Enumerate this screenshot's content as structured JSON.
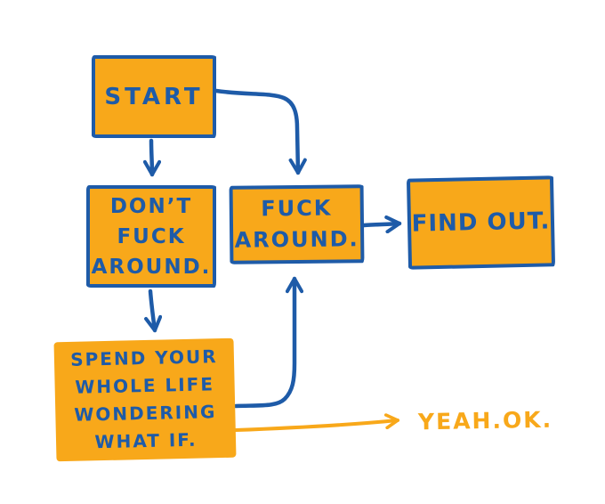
{
  "colors": {
    "orange": "#F8A81A",
    "blue": "#1E5BA8",
    "background": "#FFFFFF"
  },
  "diagram": {
    "type": "flowchart",
    "style": "hand-drawn",
    "nodes": {
      "start": {
        "label": "START",
        "shape": "box",
        "fill": "orange",
        "border": "blue"
      },
      "dont_fuck_around": {
        "lines": [
          "DON’T",
          "FUCK",
          "AROUND."
        ],
        "shape": "box",
        "fill": "orange",
        "border": "blue"
      },
      "fuck_around": {
        "lines": [
          "FUCK",
          "AROUND."
        ],
        "shape": "box",
        "fill": "orange",
        "border": "blue"
      },
      "find_out": {
        "label": "FIND OUT.",
        "shape": "box",
        "fill": "orange",
        "border": "blue"
      },
      "spend_whole_life": {
        "lines": [
          "SPEND YOUR",
          "WHOLE LIFE",
          "WONDERING",
          "WHAT IF."
        ],
        "shape": "box",
        "fill": "orange",
        "border": "none"
      },
      "yeah_ok": {
        "label": "YEAH.OK.",
        "shape": "text",
        "color": "orange"
      }
    },
    "edges": [
      {
        "from": "start",
        "to": "dont_fuck_around",
        "color": "blue"
      },
      {
        "from": "start",
        "to": "fuck_around",
        "color": "blue"
      },
      {
        "from": "dont_fuck_around",
        "to": "spend_whole_life",
        "color": "blue"
      },
      {
        "from": "fuck_around",
        "to": "find_out",
        "color": "blue"
      },
      {
        "from": "spend_whole_life",
        "to": "fuck_around",
        "color": "blue"
      },
      {
        "from": "spend_whole_life",
        "to": "yeah_ok",
        "color": "orange"
      }
    ]
  }
}
